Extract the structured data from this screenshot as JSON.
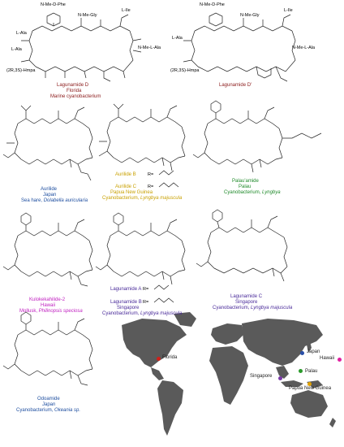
{
  "colors": {
    "lagunamide_d": "#8b1a1a",
    "aurilide": "#1f4fa0",
    "aurilide_bc": "#c8a000",
    "palau": "#1f8a2a",
    "kulokekahilide": "#c020c0",
    "lagunamide_ab": "#4a2b9a",
    "lagunamide_c": "#4a2b9a",
    "odoamide": "#1f4fa0",
    "map_land": "#5a5a5a",
    "florida_dot": "#d0201a",
    "japan_dot": "#2a4fa8",
    "hawaii_dot": "#e020a0",
    "palau_dot": "#2a9a2a",
    "singapore_dot": "#7a3aa8",
    "png_dot": "#e0a000"
  },
  "top_left": {
    "labels": [
      "N-Me-D-Phe",
      "N-Me-Gly",
      "L-Ile",
      "L-Ala",
      "L-Ala",
      "N-Me-L-Ala",
      "(2R,3S)-Hmpa"
    ],
    "name": "Lagunamide D",
    "place": "Florida",
    "source": "Marine cyanobacterium"
  },
  "top_right": {
    "labels": [
      "N-Me-D-Phe",
      "N-Me-Gly",
      "L-Ile",
      "L-Ala",
      "N-Me-L-Ala",
      "(2R,3S)-Hmpa"
    ],
    "name": "Lagunamide D'"
  },
  "aurilide": {
    "name": "Aurilide",
    "place": "Japan",
    "source_a": "Sea hare, ",
    "source_b": "Dolabella auricularia"
  },
  "aurilide_bc": {
    "name_b": "Aurilide B",
    "name_c": "Aurilide C",
    "place": "Papua New Guinea",
    "source_a": "Cyanobacterium, ",
    "source_b": "Lyngbya majuscula",
    "r1": "R=",
    "r2": "R="
  },
  "palau": {
    "name": "Palau'amide",
    "place": "Palau",
    "source_a": "Cyanobacterium, ",
    "source_b": "Lyngbya"
  },
  "kulokekahilide": {
    "name": "Kulokekahilide-2",
    "place": "Hawaii",
    "source_a": "Mollusk, ",
    "source_b": "Philinopsis speciosa"
  },
  "lagunamide_ab": {
    "name_a": "Lagunamide A",
    "name_b": "Lagunamide B",
    "place": "Singapore",
    "source_a": "Cyanobacterium, ",
    "source_b": "Lyngbya majuscula",
    "r1": "R=",
    "r2": "R="
  },
  "lagunamide_c": {
    "name": "Lagunamide C",
    "place": "Singapore",
    "source_a": "Cyanobacterium, ",
    "source_b": "Lyngbya majuscula"
  },
  "odoamide": {
    "name": "Odoamide",
    "place": "Japan",
    "source_a": "Cyanobacterium, ",
    "source_b": "Okeania sp."
  },
  "map": {
    "florida": "Florida",
    "japan": "Japan",
    "hawaii": "Hawaii",
    "singapore": "Singapore",
    "palau": "Palau",
    "png": "Papua New Guinea"
  }
}
